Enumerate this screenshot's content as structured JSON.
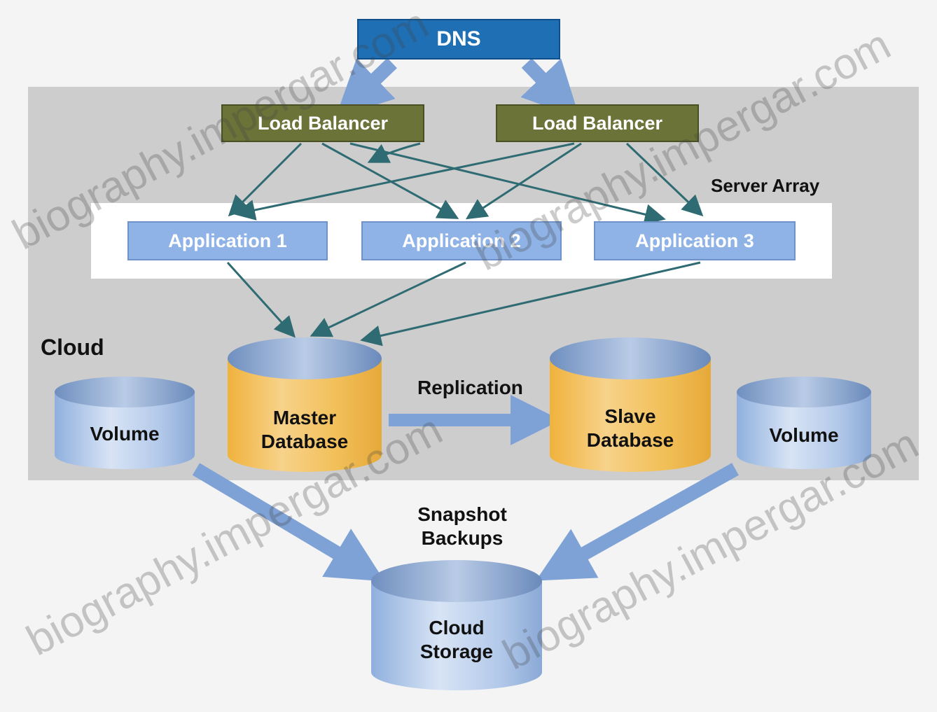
{
  "diagram": {
    "dns": "DNS",
    "load_balancers": [
      "Load Balancer",
      "Load Balancer"
    ],
    "server_array_label": "Server Array",
    "applications": [
      "Application 1",
      "Application 2",
      "Application 3"
    ],
    "cloud_label": "Cloud",
    "volume_left": "Volume",
    "volume_right": "Volume",
    "master_db": [
      "Master",
      "Database"
    ],
    "slave_db": [
      "Slave",
      "Database"
    ],
    "replication_label": "Replication",
    "snapshot_label": [
      "Snapshot",
      "Backups"
    ],
    "cloud_storage": [
      "Cloud",
      "Storage"
    ]
  },
  "watermark": "biography.impergar.com",
  "colors": {
    "dns": "#1f6fb5",
    "load_balancer": "#6b7339",
    "application": "#8fb3e6",
    "database": "#f2b84a",
    "volume": "#a9c4e8",
    "arrow": "#2f6b72",
    "broad_arrow": "#7ea2d6"
  }
}
